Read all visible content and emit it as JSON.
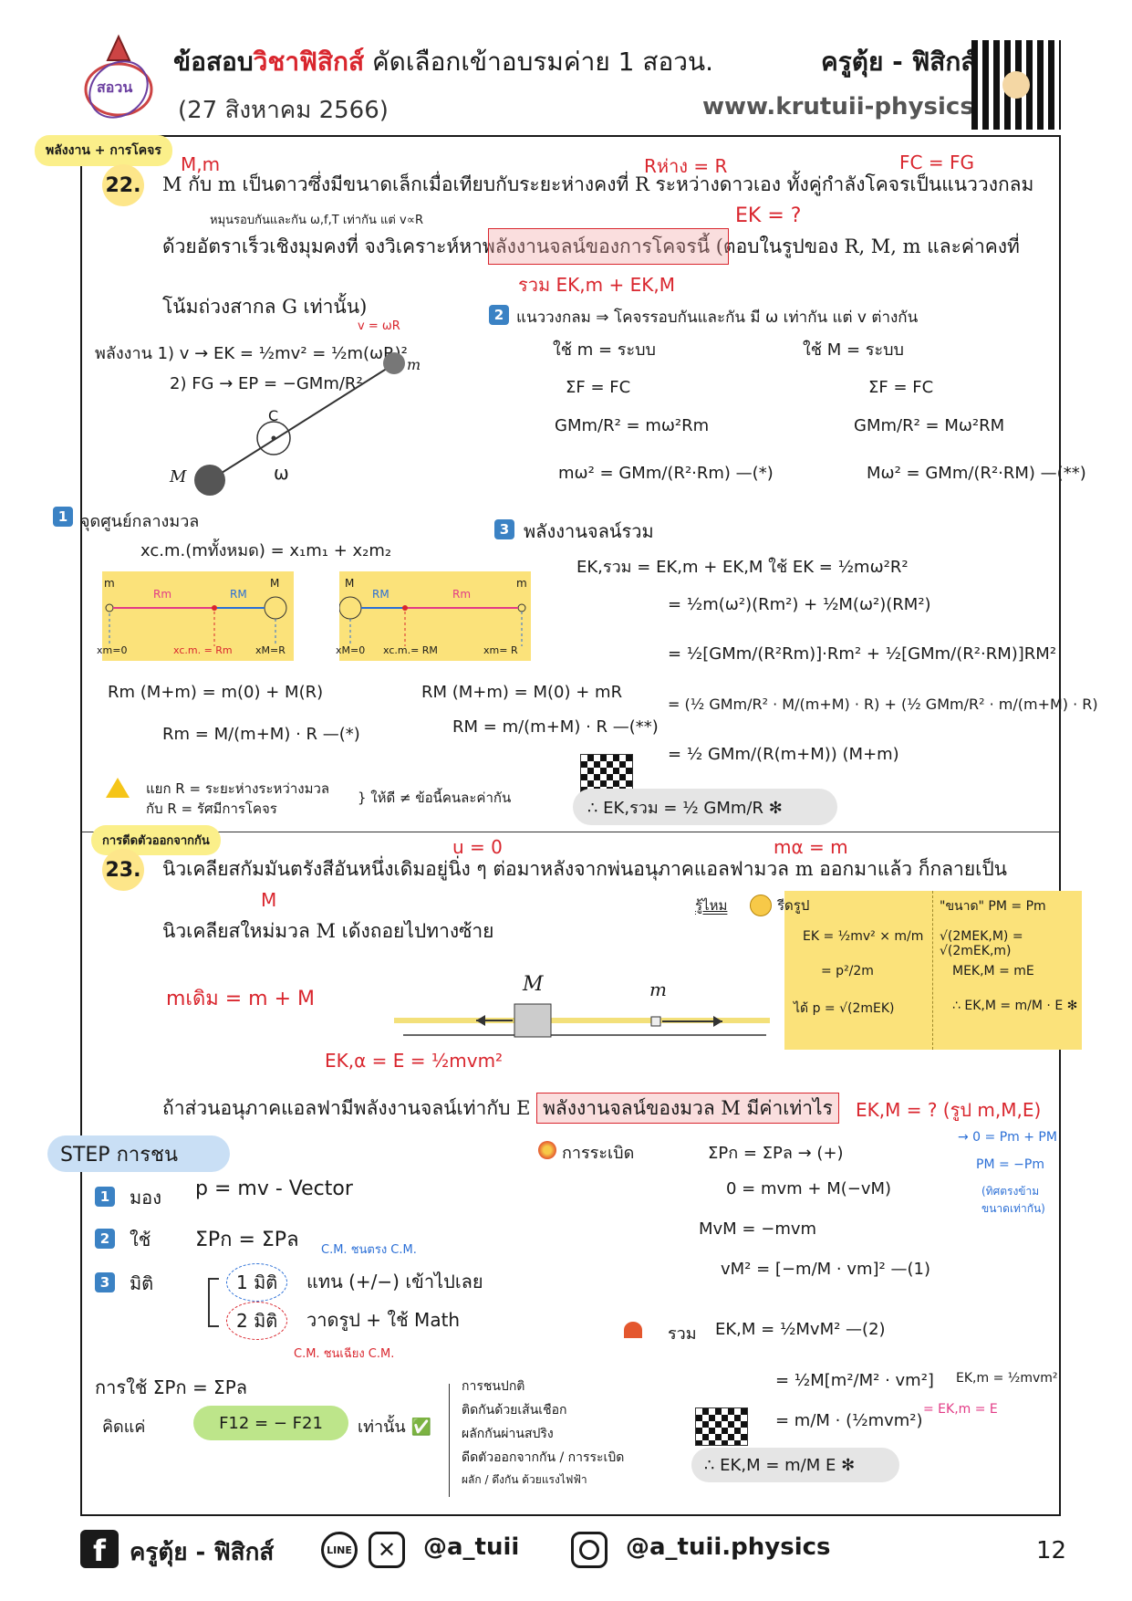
{
  "header": {
    "title_part1": "ข้อสอบ",
    "title_part2": "วิชาฟิสิกส์",
    "title_part3": " คัดเลือกเข้าอบรมค่าย 1 สอวน.",
    "date": "(27 สิงหาคม 2566)",
    "teacher": "ครูตุ้ย - ฟิสิกส์",
    "website": "www.krutuii-physics.com",
    "logo_text": "สอวน"
  },
  "q22": {
    "tag": "พลังงาน + การโคจร",
    "number": "22.",
    "line1": "M กับ m เป็นดาวซึ่งมีขนาดเล็กเมื่อเทียบกับระยะห่างคงที่ R ระหว่างดาวเอง ทั้งคู่กำลังโคจรเป็นแนววงกลม",
    "line2": "ด้วยอัตราเร็วเชิงมุมคงที่ จงวิเคราะห์หาพลังงานจลน์ของการโคจรนี้ (ตอบในรูปของ R, M, m และค่าคงที่",
    "line3": "โน้มถ่วงสากล G เท่านั้น)",
    "ann_mm": "M,m",
    "ann_rhang": "Rห่าง = R",
    "ann_fc": "FC = FG",
    "ann_ek": "EK = ?",
    "ann_rotate": "หมุนรอบกันและกัน ω,f,T เท่ากัน แต่ v∝R",
    "ann_sum": "รวม  EK,m + EK,M",
    "energy_note_1": "พลังงาน  1) v → EK = ½mv² = ½m(ωR)²",
    "energy_note_2": "2) FG → EP = −GMm/R²",
    "energy_vwr": "v = ωR",
    "fig_M": "M",
    "fig_m": "m",
    "fig_c": "C",
    "fig_omega": "ω",
    "step1_label": "จุดศูนย์กลางมวล",
    "step1_eq": "xc.m.(mทั้งหมด) = x₁m₁ + x₂m₂",
    "box1": {
      "m": "m",
      "M": "M",
      "Rm": "Rm",
      "RM": "RM",
      "x0": "xm=0",
      "xcm": "xc.m. = Rm",
      "xR": "xM=R"
    },
    "box2": {
      "M": "M",
      "m": "m",
      "Rm": "Rm",
      "RM": "RM",
      "x0": "xM=0",
      "xcm": "xc.m.= RM",
      "xR": "xm= R"
    },
    "eq_rm1": "Rm (M+m) = m(0) + M(R)",
    "eq_rm2": "Rm = M/(m+M) · R —(*)",
    "eq_rM1": "RM (M+m) = M(0) + mR",
    "eq_rM2": "RM = m/(m+M) · R —(**)",
    "warn1": "แยก  R = ระยะห่างระหว่างมวล",
    "warn2": "กับ  R = รัศมีการโคจร",
    "warn3": "} ให้ดี ≠ ข้อนี้คนละค่ากัน",
    "step2_label": "แนววงกลม ⇒ โคจรรอบกันและกัน มี ω เท่ากัน แต่ v ต่างกัน",
    "step2_use_m": "ใช้ m = ระบบ",
    "step2_use_M": "ใช้ M = ระบบ",
    "c1_l1": "ΣF = FC",
    "c1_l2": "GMm/R² = mω²Rm",
    "c1_l3": "mω² = GMm/(R²·Rm) —(*)",
    "c2_l1": "ΣF = FC",
    "c2_l2": "GMm/R² = Mω²RM",
    "c2_l3": "Mω² = GMm/(R²·RM) —(**)",
    "step3_label": "พลังงานจลน์รวม",
    "s3_l1": "EK,รวม = EK,m + EK,M     ใช้ EK = ½mω²R²",
    "s3_l2": "= ½m(ω²)(Rm²) + ½M(ω²)(RM²)",
    "s3_l3": "= ½[GMm/(R²Rm)]·Rm² + ½[GMm/(R²·RM)]RM²",
    "s3_l4": "= (½ GMm/R² · M/(m+M) · R) + (½ GMm/R² · m/(m+M) · R)",
    "s3_l5": "= ½ GMm/(R(m+M)) (M+m)",
    "answer": "∴ EK,รวม = ½ GMm/R  ✻"
  },
  "q23": {
    "tag": "การดีดตัวออกจากกัน",
    "number": "23.",
    "line1": "นิวเคลียสกัมมันตรังสีอันหนึ่งเดิมอยู่นิ่ง ๆ ต่อมาหลังจากพ่นอนุภาคแอลฟามวล m ออกมาแล้ว ก็กลายเป็น",
    "line2": "นิวเคลียสใหม่มวล M เด้งถอยไปทางซ้าย",
    "line3a": "ถ้าส่วนอนุภาคแอลฟามีพลังงานจลน์เท่ากับ E ",
    "line3b": "พลังงานจลน์ของมวล M มีค่าเท่าไร",
    "ann_u0": "u = 0",
    "ann_ma": "mα = m",
    "ann_M": "M",
    "ann_mold": "mเดิม = m + M",
    "ann_eka": "EK,α = E = ½mvm²",
    "ann_ekM": "EK,M = ?  (รูป m,M,E)",
    "fig_M": "M",
    "fig_m": "m",
    "tip_title": "รู้ไหม",
    "tip_label": "รีดรูป",
    "tip_l1": "EK = ½mv² × m/m",
    "tip_l2": "= p²/2m",
    "tip_l3": "ได้ p = √(2mEK)",
    "tip_r0": "\"ขนาด\" PM = Pm",
    "tip_r1": "√(2MEK,M) = √(2mEK,m)",
    "tip_r2": "MEK,M = mE",
    "tip_r3": "∴ EK,M = m/M · E ✻",
    "step_title": "STEP การชน",
    "st1_label": "มอง",
    "st1_eq": "p = mv  - Vector",
    "st2_label": "ใช้",
    "st2_eq": "ΣPก = ΣPล",
    "st2_note": "C.M. ชนตรง C.M.",
    "st3_label": "มิติ",
    "st3_a": "1 มิติ",
    "st3_a_txt": "แทน (+/−) เข้าไปเลย",
    "st3_b": "2 มิติ",
    "st3_b_txt": "วาดรูป + ใช้ Math",
    "st3_note": "C.M. ชนเฉียง C.M.",
    "use_eq": "การใช้  ΣPก = ΣPล",
    "use_only": "คิดแค่",
    "use_f": "F12 = − F21",
    "use_only2": "เท่านั้น ✅",
    "list": [
      "การชนปกติ",
      "ติดกันด้วยเส้นเชือก",
      "ผลักกันผ่านสปริง",
      "ดีดตัวออกจากกัน / การระเบิด",
      "ผลัก / ดึงกัน ด้วยแรงไฟฟ้า"
    ],
    "expl_label": "การระเบิด",
    "ex_l1": "ΣPก = ΣPล     → (+)",
    "ex_l2": "0 = mvm + M(−vM)",
    "ex_l3": "MvM = −mvm",
    "ex_l4": "vM² = [−m/M · vm]²  —(1)",
    "side1": "→ 0 = Pm + PM",
    "side2": "PM = −Pm",
    "side3": "(ทิศตรงข้าม ขนาดเท่ากัน)",
    "sum_label": "รวม",
    "sum_l1": "EK,M = ½MvM²  —(2)",
    "sum_l2": "= ½M[m²/M² · vm²]",
    "sum_side": "EK,m = ½mvm²",
    "sum_l3": "= m/M · (½mvm²)",
    "sum_l3b": "= EK,m = E",
    "answer": "∴ EK,M = m/M E  ✻"
  },
  "footer": {
    "fb": "ครูตุ้ย - ฟิสิกส์",
    "line": "LINE",
    "handle1": "@a_tuii",
    "handle2": "@a_tuii.physics",
    "page": "12"
  },
  "colors": {
    "accent_red": "#d9262e",
    "highlight_yellow": "#fbe27a",
    "blue": "#2b6fd6"
  }
}
